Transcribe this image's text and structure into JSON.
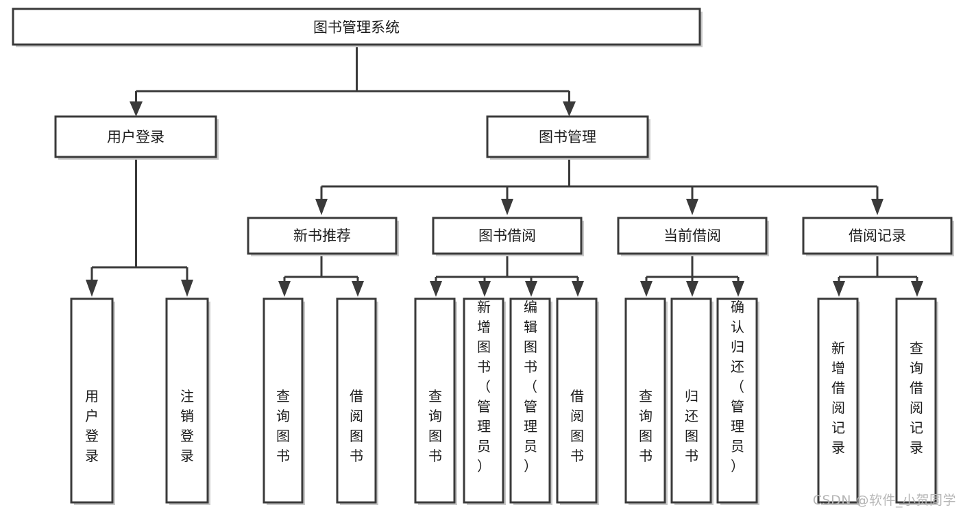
{
  "diagram": {
    "type": "tree",
    "title": "图书管理系统",
    "orientation": "top-down",
    "colors": {
      "background": "#ffffff",
      "node_fill": "#ffffff",
      "node_stroke": "#3a3a3a",
      "edge": "#3a3a3a",
      "text": "#1c1c1c",
      "shadow": "#c9c9c9",
      "watermark": "#b6b6b6"
    },
    "levels": {
      "root": "图书管理系统",
      "level2": [
        "用户登录",
        "图书管理"
      ],
      "level3": [
        "新书推荐",
        "图书借阅",
        "当前借阅",
        "借阅记录"
      ]
    },
    "nodes": {
      "root": {
        "label": "图书管理系统",
        "orientation": "horizontal"
      },
      "user_login": {
        "label": "用户登录",
        "orientation": "horizontal"
      },
      "book_manage": {
        "label": "图书管理",
        "orientation": "horizontal"
      },
      "new_book_rec": {
        "label": "新书推荐",
        "orientation": "horizontal"
      },
      "book_borrow": {
        "label": "图书借阅",
        "orientation": "horizontal"
      },
      "current_borrow": {
        "label": "当前借阅",
        "orientation": "horizontal"
      },
      "borrow_record": {
        "label": "借阅记录",
        "orientation": "horizontal"
      },
      "leaf_user_login": {
        "label": "用户登录",
        "orientation": "vertical"
      },
      "leaf_user_logout": {
        "label": "注销登录",
        "orientation": "vertical"
      },
      "leaf_query_book_rec": {
        "label": "查询图书",
        "orientation": "vertical"
      },
      "leaf_borrow_book_rec": {
        "label": "借阅图书",
        "orientation": "vertical"
      },
      "leaf_query_book_borrow": {
        "label": "查询图书",
        "orientation": "vertical"
      },
      "leaf_add_book": {
        "label": "新增图书（管理员）",
        "orientation": "vertical"
      },
      "leaf_edit_book": {
        "label": "编辑图书（管理员）",
        "orientation": "vertical"
      },
      "leaf_borrow_book": {
        "label": "借阅图书",
        "orientation": "vertical"
      },
      "leaf_query_book_current": {
        "label": "查询图书",
        "orientation": "vertical"
      },
      "leaf_return_book": {
        "label": "归还图书",
        "orientation": "vertical"
      },
      "leaf_confirm_return": {
        "label": "确认归还（管理员）",
        "orientation": "vertical"
      },
      "leaf_add_record": {
        "label": "新增借阅记录",
        "orientation": "vertical"
      },
      "leaf_query_record": {
        "label": "查询借阅记录",
        "orientation": "vertical"
      }
    },
    "branches": [
      {
        "parent": "用户登录",
        "children": [
          "用户登录",
          "注销登录"
        ]
      },
      {
        "parent": "新书推荐",
        "children": [
          "查询图书",
          "借阅图书"
        ]
      },
      {
        "parent": "图书借阅",
        "children": [
          "查询图书",
          "新增图书（管理员）",
          "编辑图书（管理员）",
          "借阅图书"
        ]
      },
      {
        "parent": "当前借阅",
        "children": [
          "查询图书",
          "归还图书",
          "确认归还（管理员）"
        ]
      },
      {
        "parent": "借阅记录",
        "children": [
          "新增借阅记录",
          "查询借阅记录"
        ]
      }
    ]
  },
  "watermark": {
    "text": "CSDN @软件_小贺同学"
  }
}
